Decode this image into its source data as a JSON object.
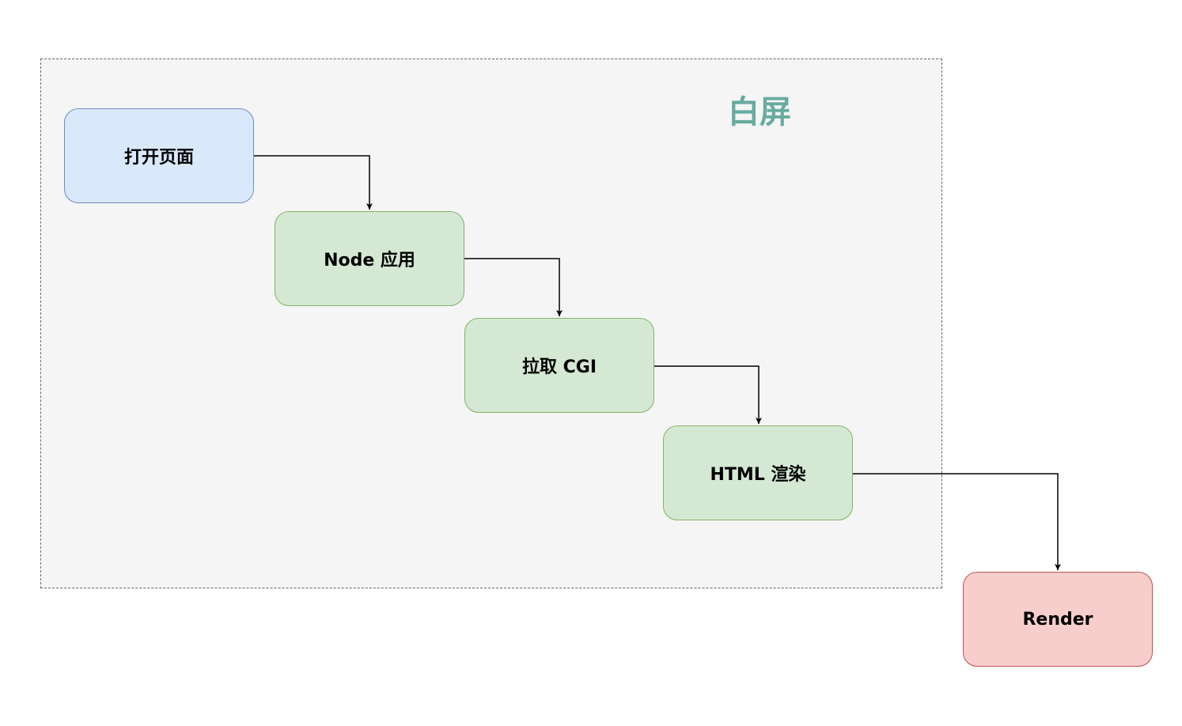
{
  "region": {
    "title": "白屏",
    "title_color": "#67ab9f",
    "fill": "#f5f5f5",
    "border": "#666666"
  },
  "nodes": [
    {
      "id": "open-page",
      "label": "打开页面",
      "fill": "#dae8fc",
      "stroke": "#6c8ebf"
    },
    {
      "id": "node-app",
      "label": "Node 应用",
      "fill": "#d5e8d4",
      "stroke": "#82b366"
    },
    {
      "id": "fetch-cgi",
      "label": "拉取 CGI",
      "fill": "#d5e8d4",
      "stroke": "#82b366"
    },
    {
      "id": "html-render",
      "label": "HTML 渲染",
      "fill": "#d5e8d4",
      "stroke": "#82b366"
    },
    {
      "id": "render",
      "label": "Render",
      "fill": "#f8cecc",
      "stroke": "#b85450"
    }
  ],
  "edges": [
    {
      "from": "open-page",
      "to": "node-app"
    },
    {
      "from": "node-app",
      "to": "fetch-cgi"
    },
    {
      "from": "fetch-cgi",
      "to": "html-render"
    },
    {
      "from": "html-render",
      "to": "render"
    }
  ]
}
